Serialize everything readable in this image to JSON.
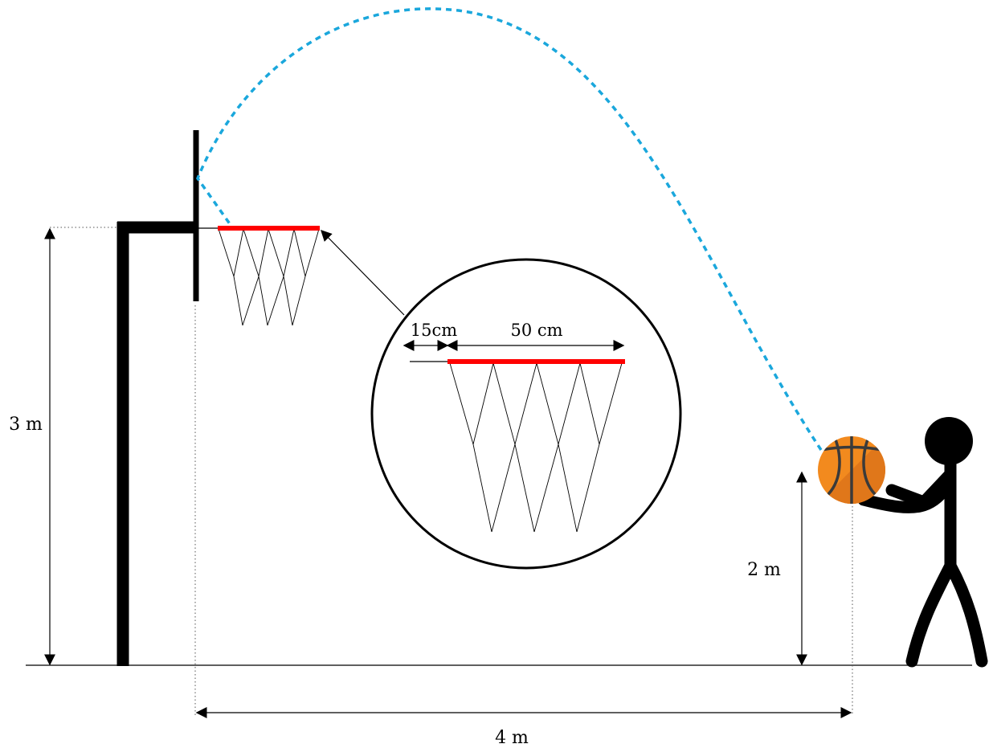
{
  "labels": {
    "hoop_height": "3 m",
    "release_height": "2 m",
    "horizontal_distance": "4 m",
    "rim_offset": "15cm",
    "rim_diameter": "50 cm"
  },
  "colors": {
    "rim": "#ff0000",
    "trajectory": "#1aa7dc",
    "ball": "#f28a1e",
    "ball_shade": "#e0771a",
    "ball_seams": "#3a3a3a",
    "stroke": "#000000"
  }
}
